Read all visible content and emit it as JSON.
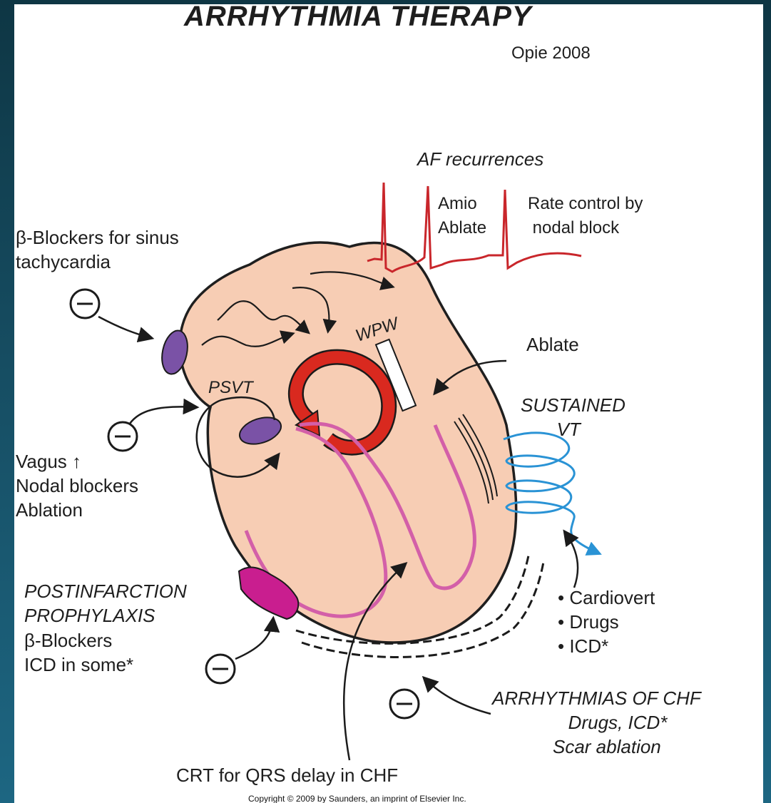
{
  "title": "ARRHYTHMIA THERAPY",
  "author": "Opie 2008",
  "labels": {
    "af_recurrences": "AF recurrences",
    "amio_ablate": "Amio\nAblate",
    "rate_control": "Rate control by\n nodal block",
    "beta_sinus": "β-Blockers for sinus\ntachycardia",
    "wpw": "WPW",
    "ablate": "Ablate",
    "psvt": "PSVT",
    "sustained_vt": "SUSTAINED\n       VT",
    "vagus": "Vagus ↑\nNodal blockers\nAblation",
    "postinfarction": "POSTINFARCTION\nPROPHYLAXIS",
    "beta_icd": "β-Blockers\nICD in some*",
    "cardiovert": "• Cardiovert\n• Drugs\n• ICD*",
    "chf_title": "ARRHYTHMIAS OF CHF",
    "chf_sub": "   Drugs, ICD*\nScar ablation",
    "crt": "CRT for QRS delay in CHF"
  },
  "copyright": "Copyright © 2009 by Saunders, an imprint of Elsevier Inc.",
  "colors": {
    "heart": "#f7cdb4",
    "node": "#7a52a6",
    "reentry": "#d9291f",
    "conduction": "#d35fa8",
    "infarct": "#c91e8f",
    "vt": "#2a93d5",
    "ecg": "#c9262b"
  },
  "icons": [
    "inhibit-circle-icon",
    "arrow-icon"
  ]
}
